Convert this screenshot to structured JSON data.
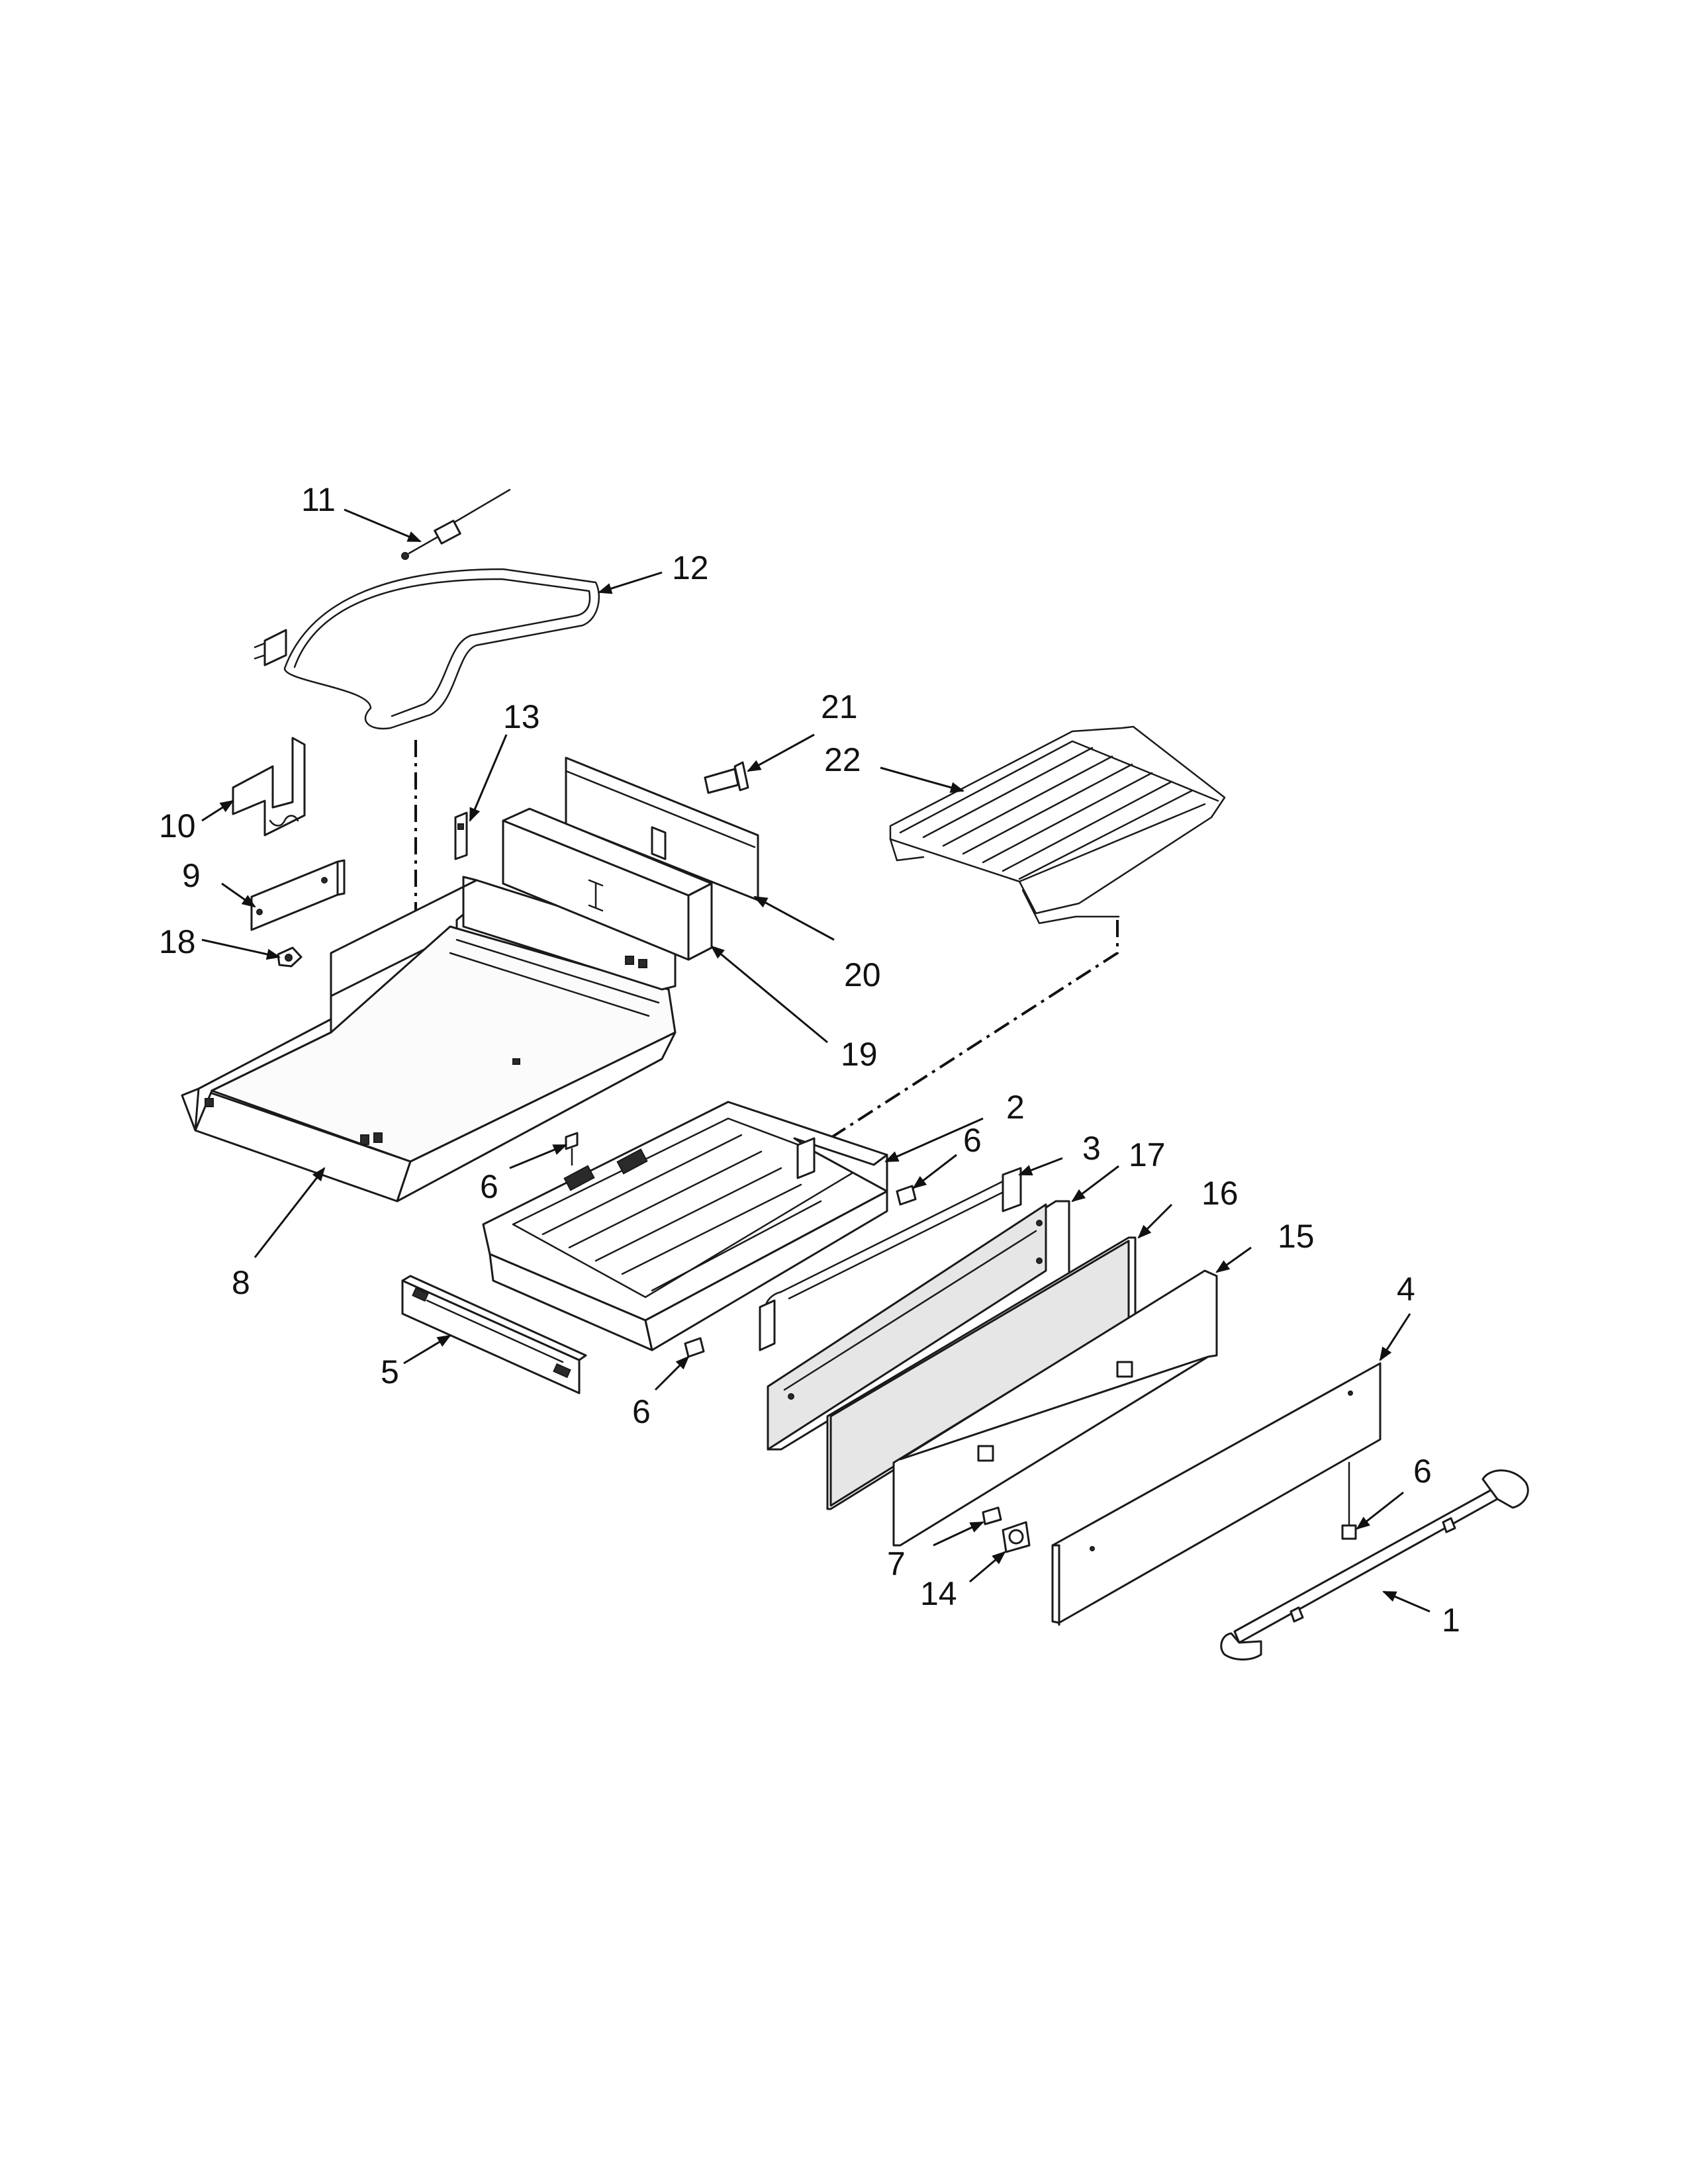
{
  "callouts": [
    {
      "id": "c11",
      "text": "11"
    },
    {
      "id": "c12",
      "text": "12"
    },
    {
      "id": "c13",
      "text": "13"
    },
    {
      "id": "c10",
      "text": "10"
    },
    {
      "id": "c9",
      "text": "9"
    },
    {
      "id": "c18",
      "text": "18"
    },
    {
      "id": "c21",
      "text": "21"
    },
    {
      "id": "c22",
      "text": "22"
    },
    {
      "id": "c20",
      "text": "20"
    },
    {
      "id": "c19",
      "text": "19"
    },
    {
      "id": "c2",
      "text": "2"
    },
    {
      "id": "c3",
      "text": "3"
    },
    {
      "id": "c17",
      "text": "17"
    },
    {
      "id": "c16",
      "text": "16"
    },
    {
      "id": "c15",
      "text": "15"
    },
    {
      "id": "c6a",
      "text": "6"
    },
    {
      "id": "c6b",
      "text": "6"
    },
    {
      "id": "c6c",
      "text": "6"
    },
    {
      "id": "c6d",
      "text": "6"
    },
    {
      "id": "c8",
      "text": "8"
    },
    {
      "id": "c5",
      "text": "5"
    },
    {
      "id": "c4",
      "text": "4"
    },
    {
      "id": "c7",
      "text": "7"
    },
    {
      "id": "c14",
      "text": "14"
    },
    {
      "id": "c1",
      "text": "1"
    }
  ]
}
